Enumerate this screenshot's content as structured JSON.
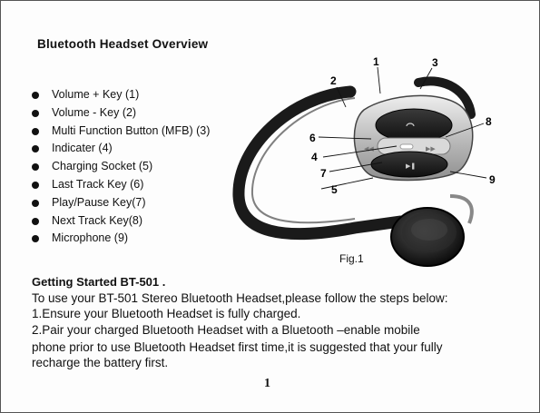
{
  "title": "Bluetooth Headset Overview",
  "keys": [
    "Volume + Key (1)",
    "Volume - Key (2)",
    " Multi Function Button (MFB) (3)",
    "Indicater (4)",
    "Charging Socket (5)",
    "Last Track Key (6)",
    "Play/Pause Key(7)",
    "Next Track Key(8)",
    "Microphone (9)"
  ],
  "figure": {
    "caption": "Fig.1",
    "callouts": [
      "1",
      "2",
      "3",
      "4",
      "5",
      "6",
      "7",
      "8",
      "9"
    ],
    "colors": {
      "band": "#1a1a1a",
      "silver": "#c8c8c8",
      "dark": "#222222"
    }
  },
  "getting_started": {
    "title": "Getting Started BT-501 .",
    "lines": [
      "To use your  BT-501  Stereo Bluetooth Headset,please follow the steps below:",
      "1.Ensure your Bluetooth Headset is fully charged.",
      "2.Pair your charged Bluetooth Headset with a Bluetooth –enable mobile",
      "phone   prior to use Bluetooth Headset first time,it is suggested that your fully",
      "recharge the battery first."
    ]
  },
  "page_number": "1"
}
